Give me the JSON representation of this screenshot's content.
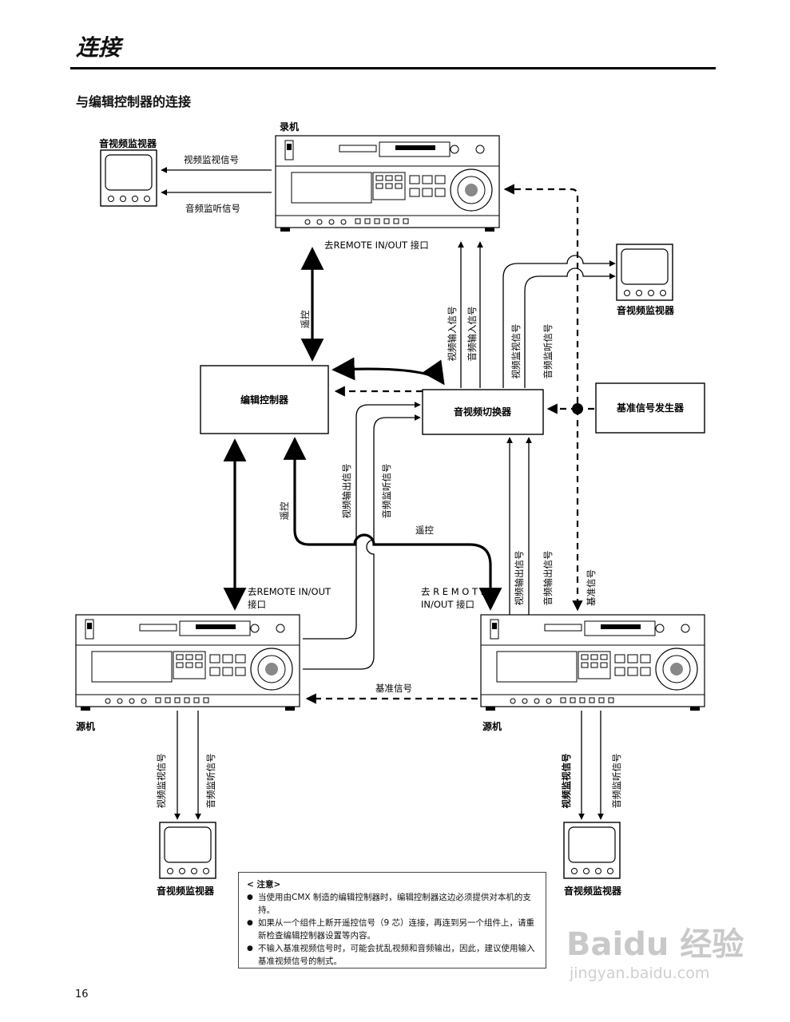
{
  "page": {
    "title": "连接",
    "section_title": "与编辑控制器的连接",
    "page_number": "16"
  },
  "devices": {
    "recorder_label": "录机",
    "source_label_left": "源机",
    "source_label_right": "源机",
    "edit_controller": "编辑控制器",
    "av_switcher": "音视频切换器",
    "sync_generator": "基准信号发生器",
    "monitor_top_left": "音视频监视器",
    "monitor_right": "音视频监视器",
    "monitor_bottom_left": "音视频监视器",
    "monitor_bottom_right": "音视频监视器"
  },
  "signals": {
    "video_monitor": "视频监视信号",
    "audio_monitor": "音频监听信号",
    "remote_inout_recorder": "去REMOTE IN/OUT 接口",
    "remote": "遥控",
    "video_input": "视频输入信号",
    "audio_input": "音频输入信号",
    "video_monitor_vertical": "视频监视信号",
    "audio_monitor_vertical": "音频监听信号",
    "remote_left_vertical": "遥控",
    "video_output_left": "视频输出信号",
    "audio_monitor_left": "音频监听信号",
    "remote_horizontal": "遥控",
    "remote_inout_left_line1": "去REMOTE IN/OUT",
    "remote_inout_left_line2": "接口",
    "remote_inout_right_line1": "去 R E M O T E",
    "remote_inout_right_line2": "IN/OUT 接口",
    "video_output_right": "视频输出信号",
    "audio_output_right": "音频输出信号",
    "reference_vertical": "基准信号",
    "reference_horizontal": "基准信号",
    "bottom_left_video_monitor": "视频监视信号",
    "bottom_left_audio_monitor": "音频监听信号",
    "bottom_right_video_monitor": "视频监视信号",
    "bottom_right_audio_monitor": "音频监听信号"
  },
  "note": {
    "heading": "< 注意>",
    "items": [
      "当使用由CMX 制造的编辑控制器时，编辑控制器这边必须提供对本机的支持。",
      "如果从一个组件上断开遥控信号（9 芯）连接，再连到另一个组件上，请重新检查编辑控制器设置等内容。",
      "不输入基准视频信号时，可能会扰乱视频和音频输出，因此，建议使用输入基准视频信号的制式。"
    ]
  },
  "watermark": {
    "brand": "Baidu 经验",
    "url": "jingyan.baidu.com"
  }
}
